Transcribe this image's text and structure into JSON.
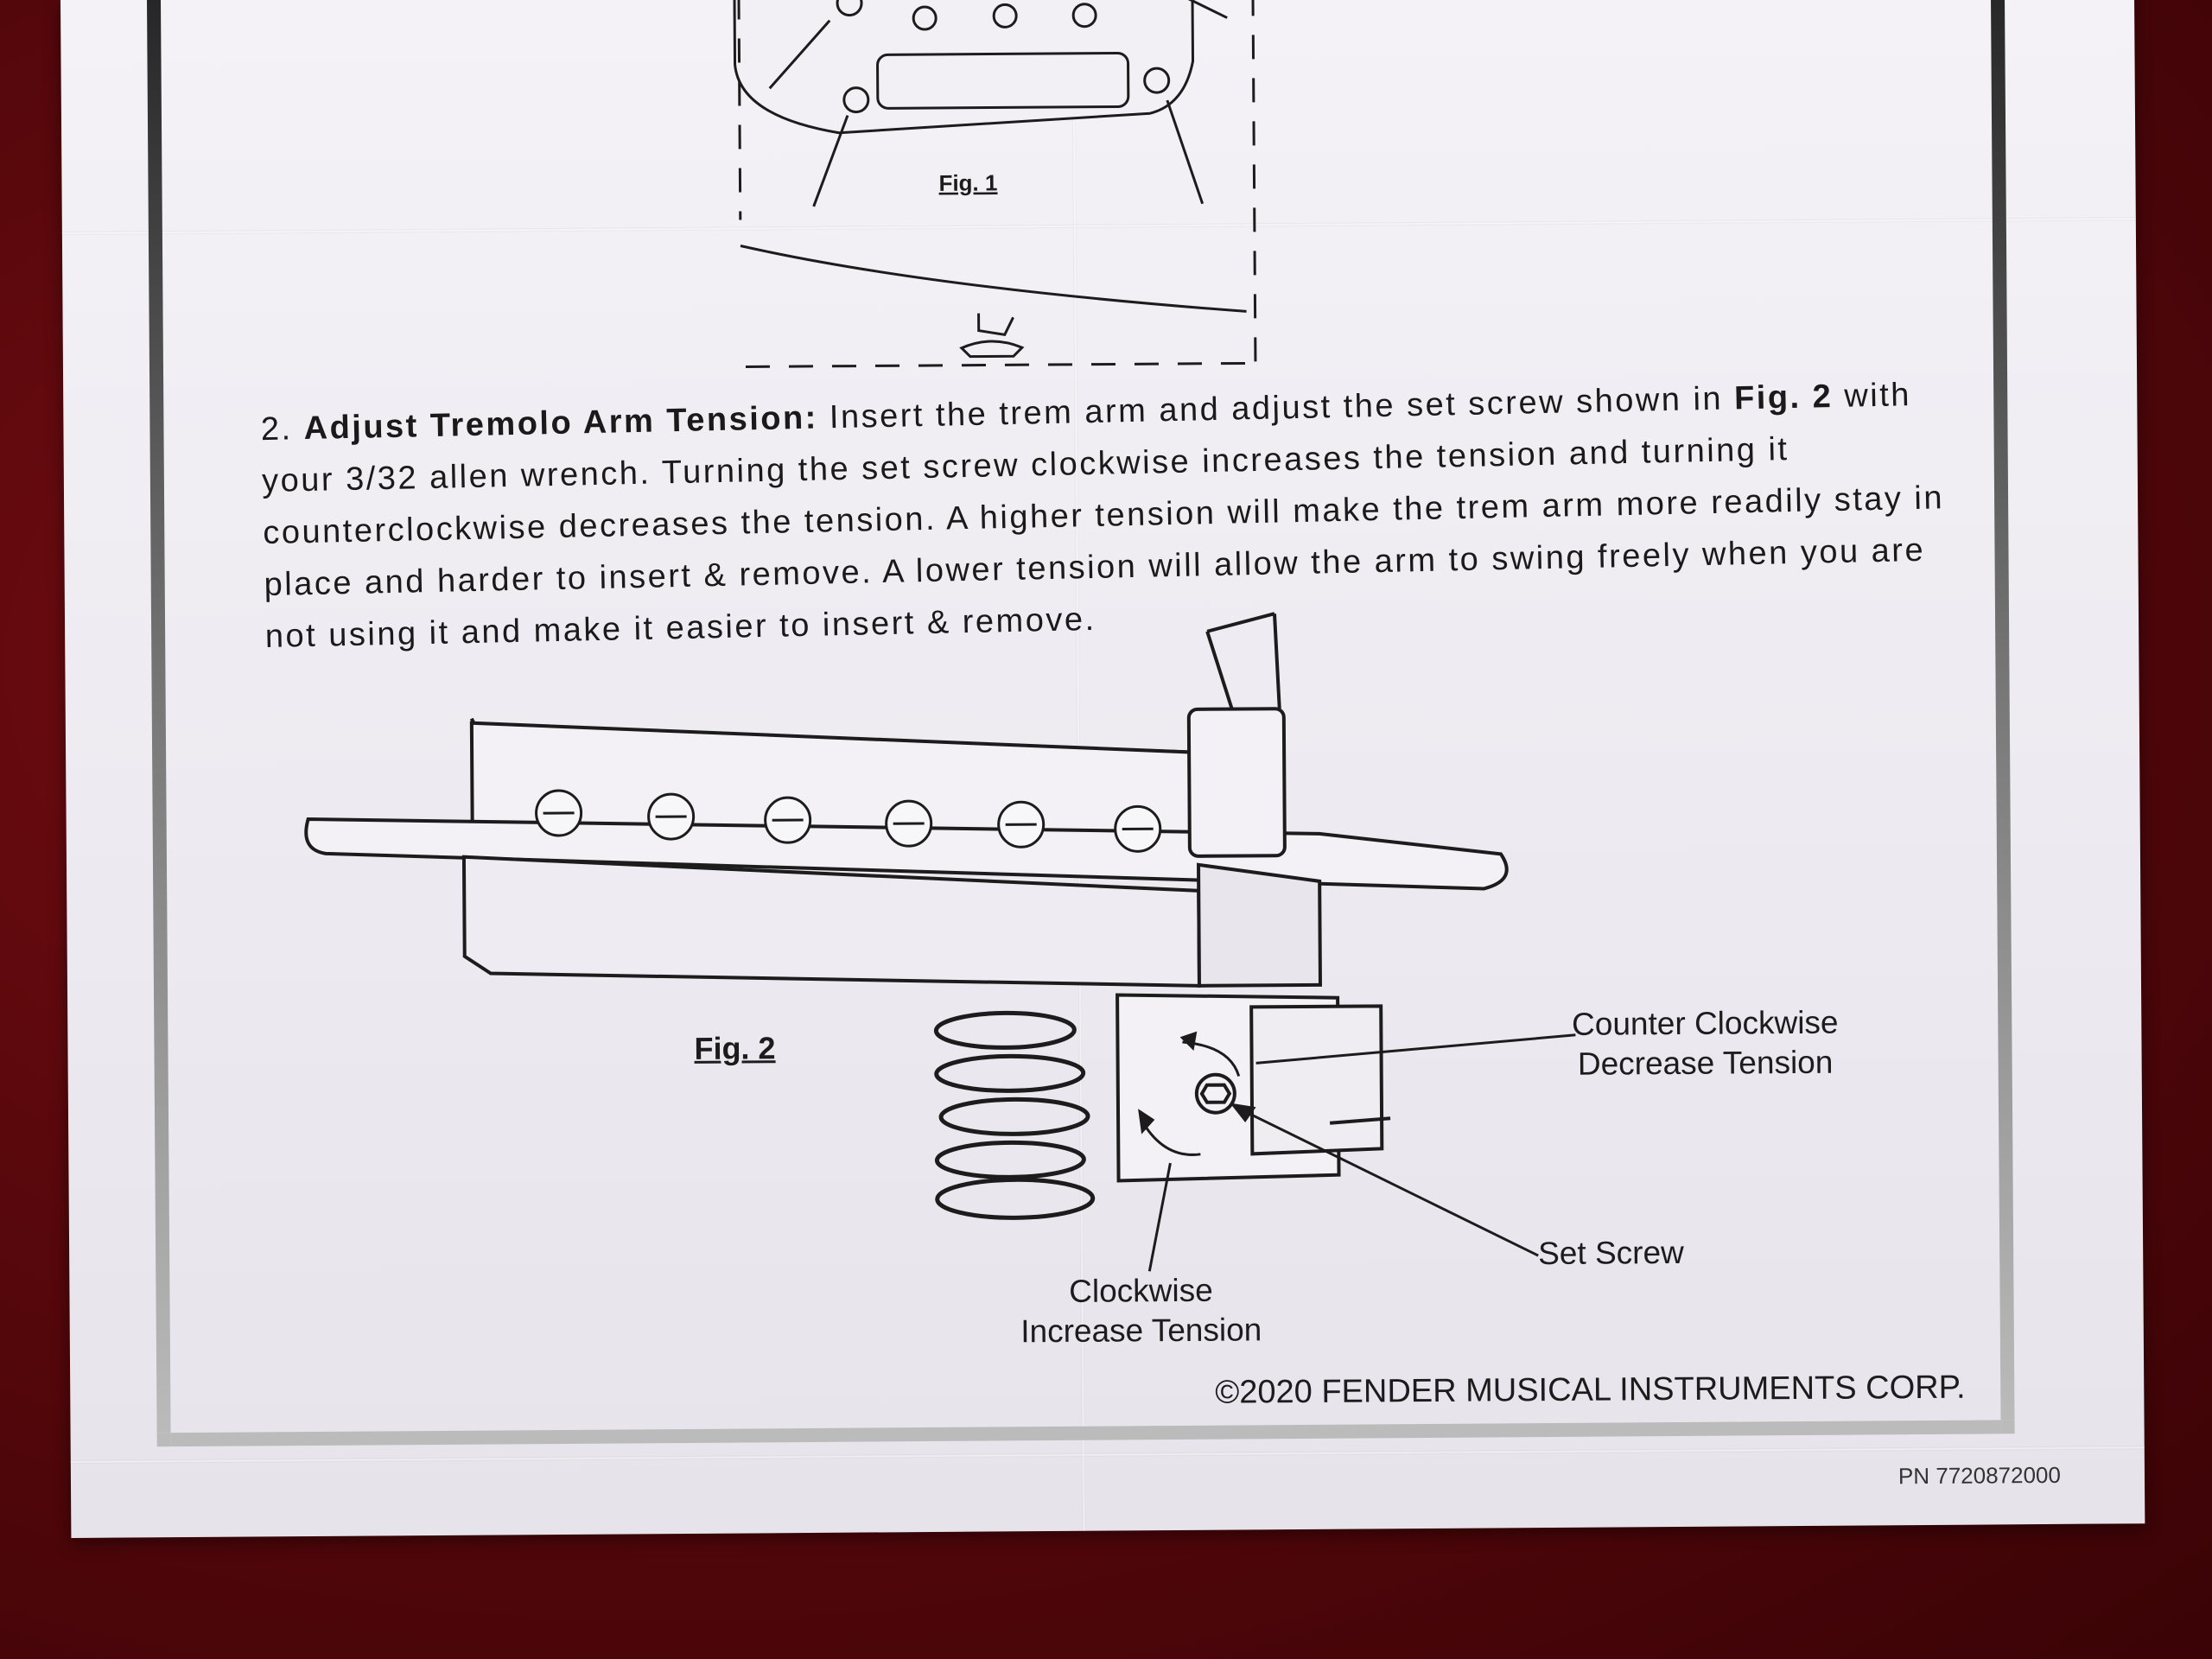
{
  "step": {
    "number": "2.",
    "heading": "Adjust Tremolo Arm Tension:",
    "text_1": " Insert the trem arm and adjust the set screw shown in ",
    "figure_ref": "Fig. 2",
    "text_2": " with your 3/32 allen wrench. Turning the set screw clockwise increases the tension and turning it counterclockwise decreases the tension. A higher tension will make the trem arm more readily stay in place and harder to insert & remove. A lower tension will allow the arm to swing freely when you are not using it and make it easier to insert & remove."
  },
  "figures": {
    "fig1_label": "Fig. 1",
    "fig2_label": "Fig. 2"
  },
  "callouts": {
    "counter_clockwise": "Counter Clockwise",
    "decrease_tension": "Decrease Tension",
    "set_screw": "Set Screw",
    "clockwise": "Clockwise",
    "increase_tension": "Increase Tension"
  },
  "footer": {
    "copyright": "©2020 FENDER MUSICAL INSTRUMENTS CORP.",
    "part_number": "PN 7720872000"
  }
}
